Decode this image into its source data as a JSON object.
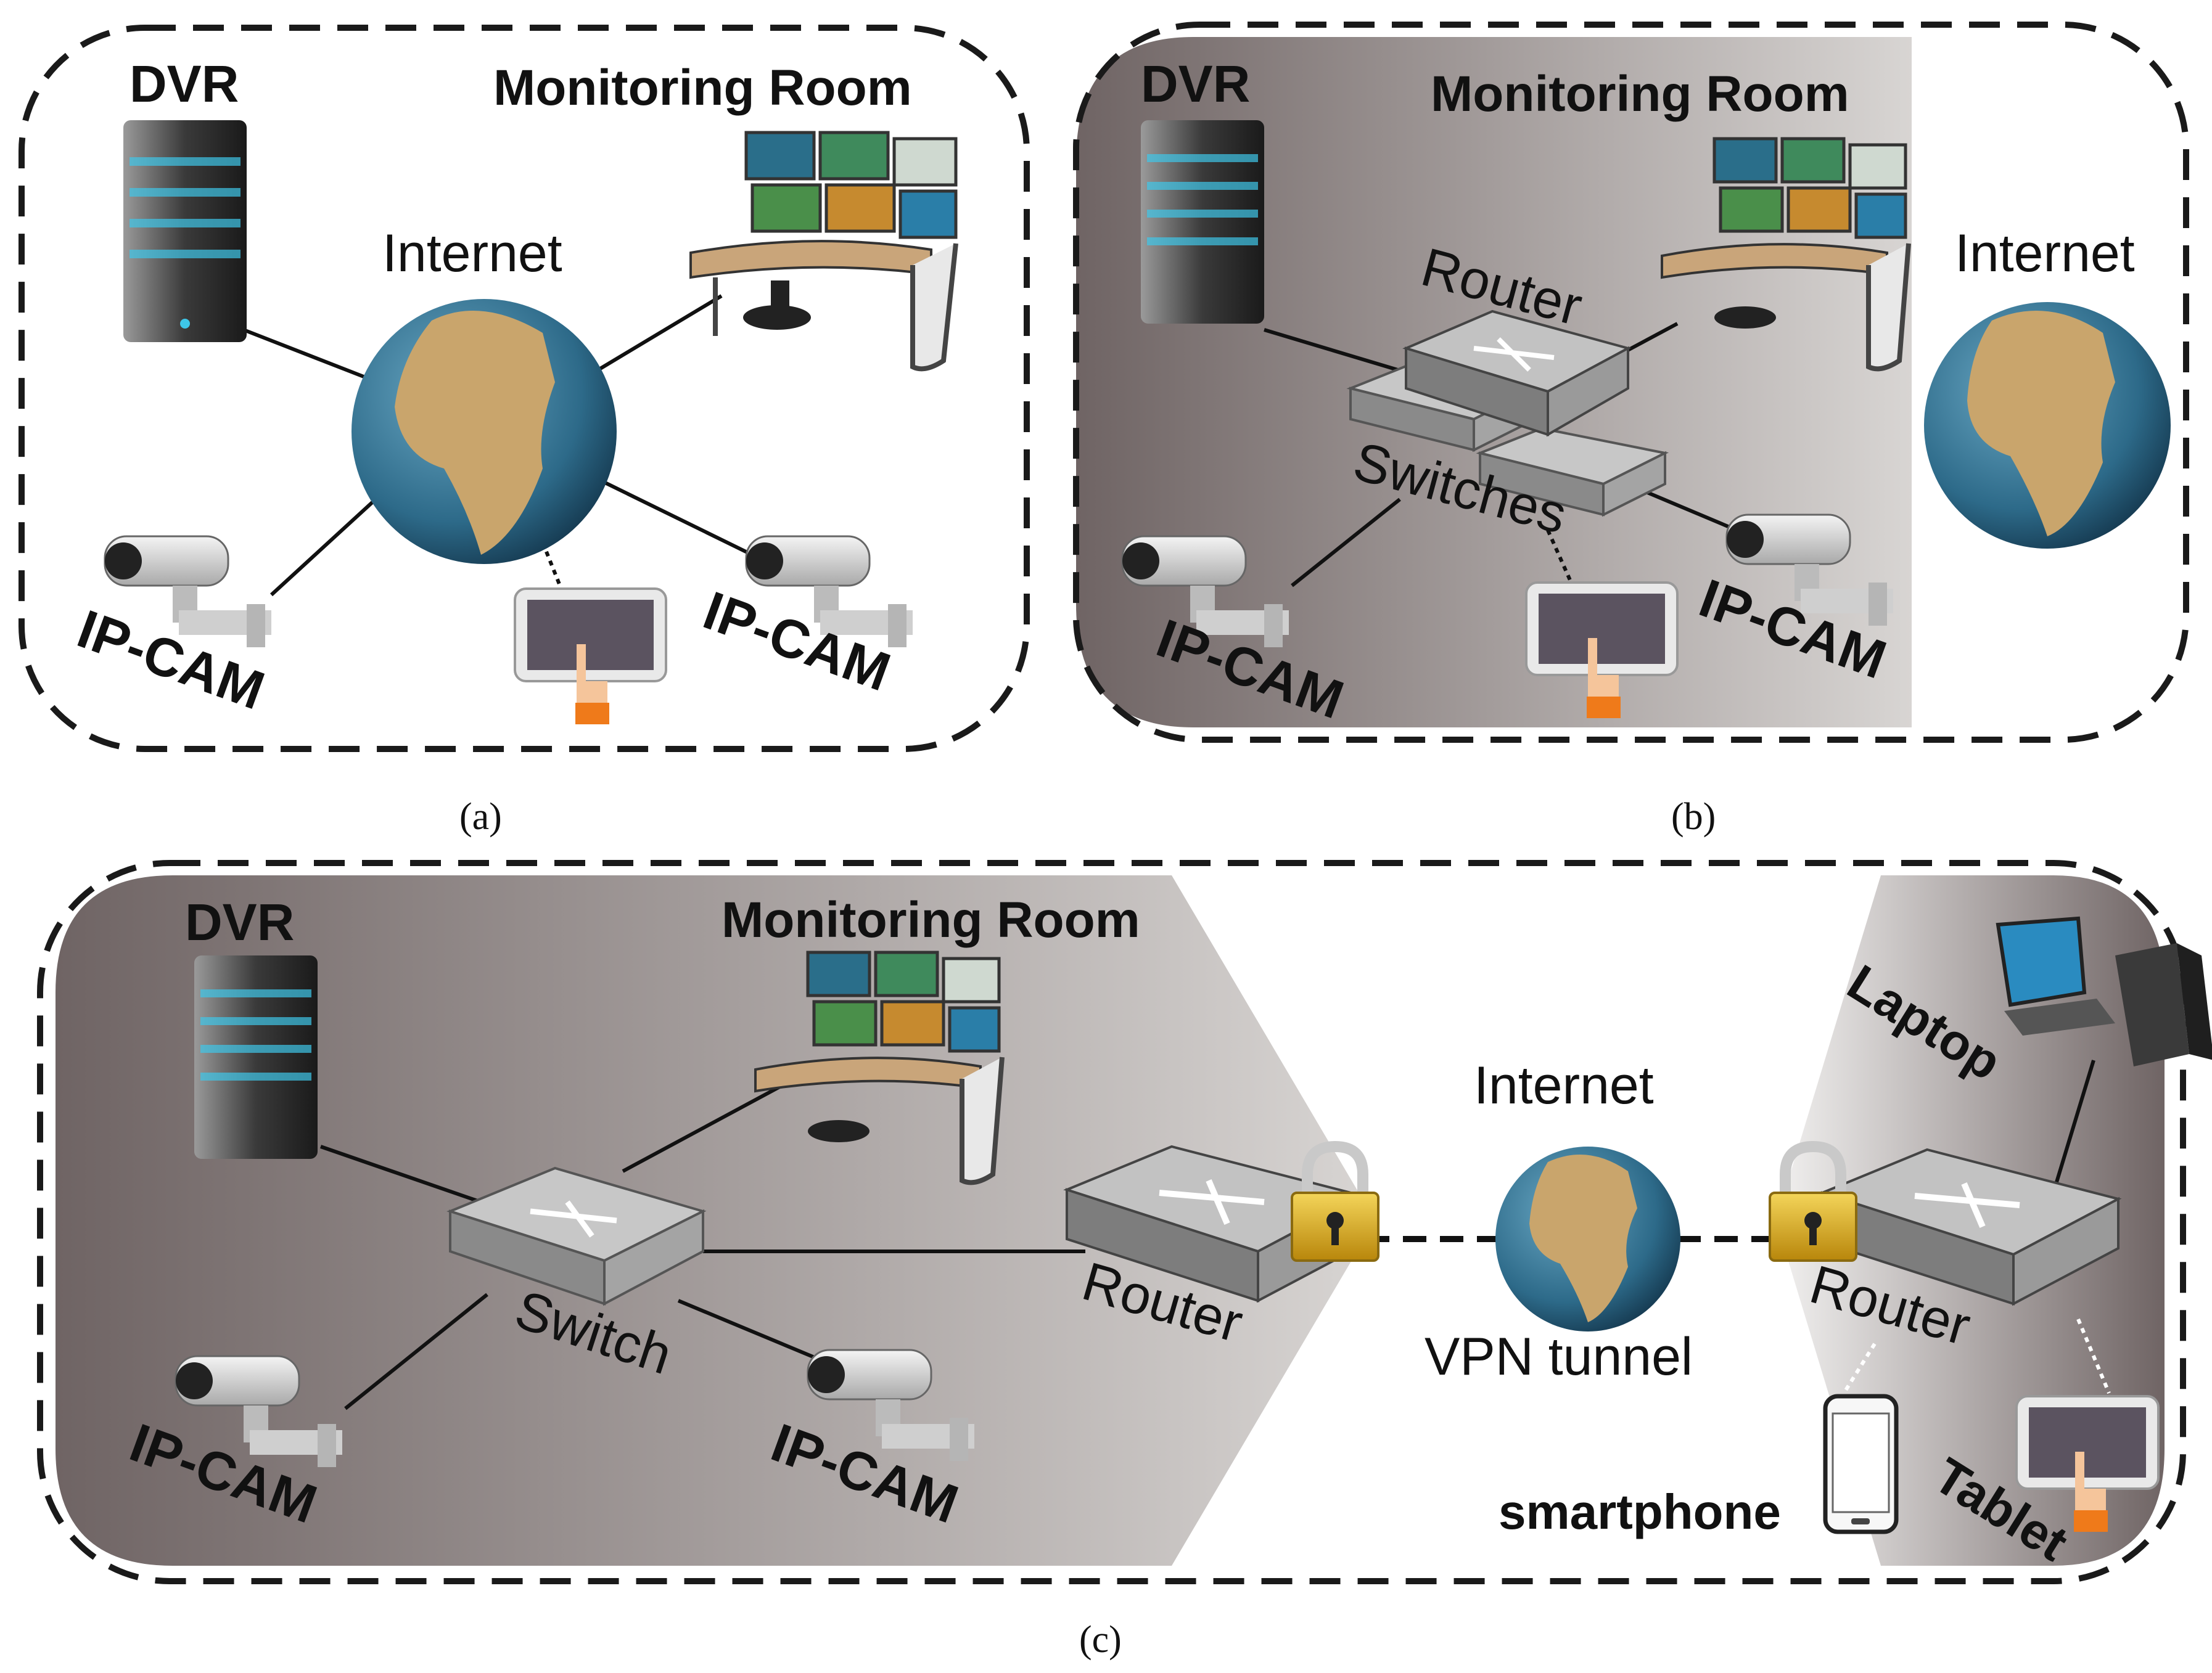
{
  "panel_a": {
    "dvr": "DVR",
    "monitoring": "Monitoring Room",
    "internet": "Internet",
    "ipcam_left": "IP-CAM",
    "ipcam_right": "IP-CAM",
    "caption": "(a)"
  },
  "panel_b": {
    "dvr": "DVR",
    "monitoring": "Monitoring Room",
    "internet": "Internet",
    "router": "Router",
    "switches": "Switches",
    "ipcam_left": "IP-CAM",
    "ipcam_right": "IP-CAM",
    "caption": "(b)"
  },
  "panel_c": {
    "dvr": "DVR",
    "monitoring": "Monitoring Room",
    "switch": "Switch",
    "router_left": "Router",
    "router_right": "Router",
    "internet": "Internet",
    "vpn": "VPN tunnel",
    "laptop": "Laptop",
    "smartphone": "smartphone",
    "tablet": "Tablet",
    "ipcam_left": "IP-CAM",
    "ipcam_right": "IP-CAM",
    "caption": "(c)"
  },
  "colors": {
    "frame": "#1a1a1a",
    "shade_dark": "#7a6f6e",
    "shade_light": "#d9d6d4",
    "ocean": "#2f6f8e",
    "land": "#c9a56c",
    "lock": "#d9a521",
    "hand_cuff": "#ef7a1a",
    "server_glow": "#3ec6e8"
  }
}
